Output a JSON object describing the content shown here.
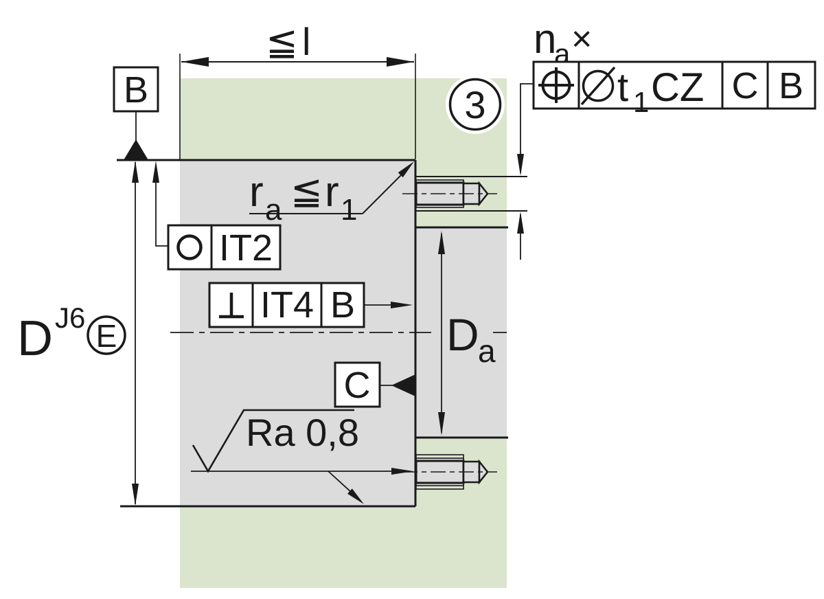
{
  "colors": {
    "bearing_green": "#dbe5cd",
    "steel_gray": "#dcdcdd",
    "ink": "#1a1a1a",
    "white": "#ffffff"
  },
  "length_dim": {
    "leq": "≦",
    "letter": "l"
  },
  "datum_b": {
    "label": "B"
  },
  "hole_count": {
    "base": "n",
    "sub": "a",
    "times": "×"
  },
  "position_fcf": {
    "t": "t",
    "t_sub": "1",
    "zone": "CZ",
    "datum1": "C",
    "datum2": "B"
  },
  "balloon": {
    "number": "3"
  },
  "radius_note": {
    "r_left": "r",
    "r_left_sub": "a",
    "leq": "≦",
    "r_right": "r",
    "r_right_sub": "1"
  },
  "roundness_fcf": {
    "tolerance": "IT2"
  },
  "perpendicularity_fcf": {
    "tolerance": "IT4",
    "datum": "B"
  },
  "bore_dim": {
    "letter": "D",
    "fit": "J6",
    "envelope": "E"
  },
  "shoulder_dim": {
    "letter": "D",
    "sub": "a"
  },
  "datum_c": {
    "label": "C"
  },
  "roughness": {
    "text": "Ra 0,8"
  },
  "icons": {
    "position_symbol": "circle-with-crosshair true-position symbol",
    "diameter_symbol": "slashed-circle diameter symbol",
    "roundness_symbol": "circle roundness tolerance symbol",
    "perpendicularity_symbol": "inverted-T perpendicularity symbol",
    "envelope_symbol": "circled-E envelope requirement symbol",
    "surface_finish_symbol": "check-mark surface texture symbol",
    "datum_triangle": "filled datum feature triangle",
    "balloon_circle": "circled item number"
  }
}
